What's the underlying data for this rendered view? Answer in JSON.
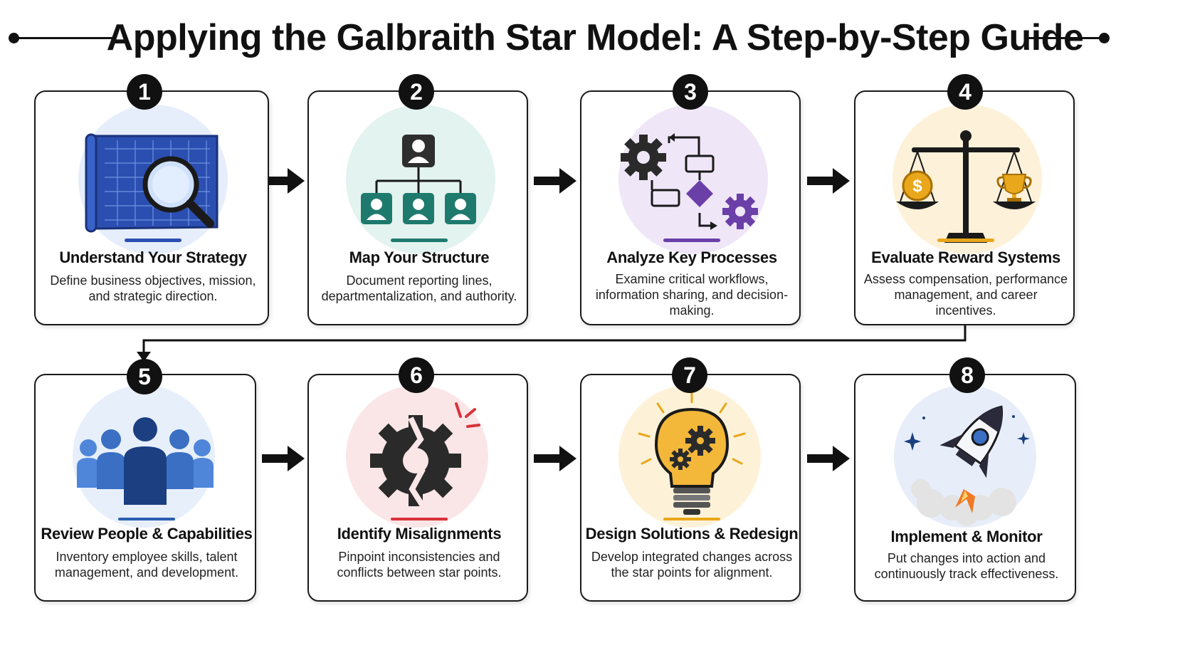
{
  "page": {
    "title": "Applying the Galbraith Star Model: A Step-by-Step Guide"
  },
  "steps": [
    {
      "number": "1",
      "title": "Understand Your Strategy",
      "desc": "Define business objectives, mission, and strategic direction.",
      "icon": "blueprint-magnifier-icon",
      "accent": "#2b4fb0",
      "halo": "#e6eefb"
    },
    {
      "number": "2",
      "title": "Map Your Structure",
      "desc": "Document reporting lines, departmentalization, and authority.",
      "icon": "org-chart-icon",
      "accent": "#1f7a6e",
      "halo": "#e3f3ef"
    },
    {
      "number": "3",
      "title": "Analyze Key Processes",
      "desc": "Examine critical workflows, information sharing, and decision-making.",
      "icon": "process-flow-icon",
      "accent": "#6b3fa8",
      "halo": "#efe6f8"
    },
    {
      "number": "4",
      "title": "Evaluate Reward Systems",
      "desc": "Assess compensation, performance management, and career incentives.",
      "icon": "balance-scale-icon",
      "accent": "#e9a81c",
      "halo": "#fdf1d9"
    },
    {
      "number": "5",
      "title": "Review People & Capabilities",
      "desc": "Inventory employee skills, talent management, and development.",
      "icon": "people-group-icon",
      "accent": "#2b5fb0",
      "halo": "#e7effb"
    },
    {
      "number": "6",
      "title": "Identify Misalignments",
      "desc": "Pinpoint inconsistencies and conflicts between star points.",
      "icon": "broken-gear-icon",
      "accent": "#d8323a",
      "halo": "#fbe6e7"
    },
    {
      "number": "7",
      "title": "Design Solutions & Redesign",
      "desc": "Develop integrated changes across the star points for alignment.",
      "icon": "lightbulb-gears-icon",
      "accent": "#e9a81c",
      "halo": "#fdf2d8"
    },
    {
      "number": "8",
      "title": "Implement & Monitor",
      "desc": "Put changes into action and continuously track effectiveness.",
      "icon": "rocket-icon",
      "accent": "#2b4fb0",
      "halo": "#e7eefa"
    }
  ]
}
